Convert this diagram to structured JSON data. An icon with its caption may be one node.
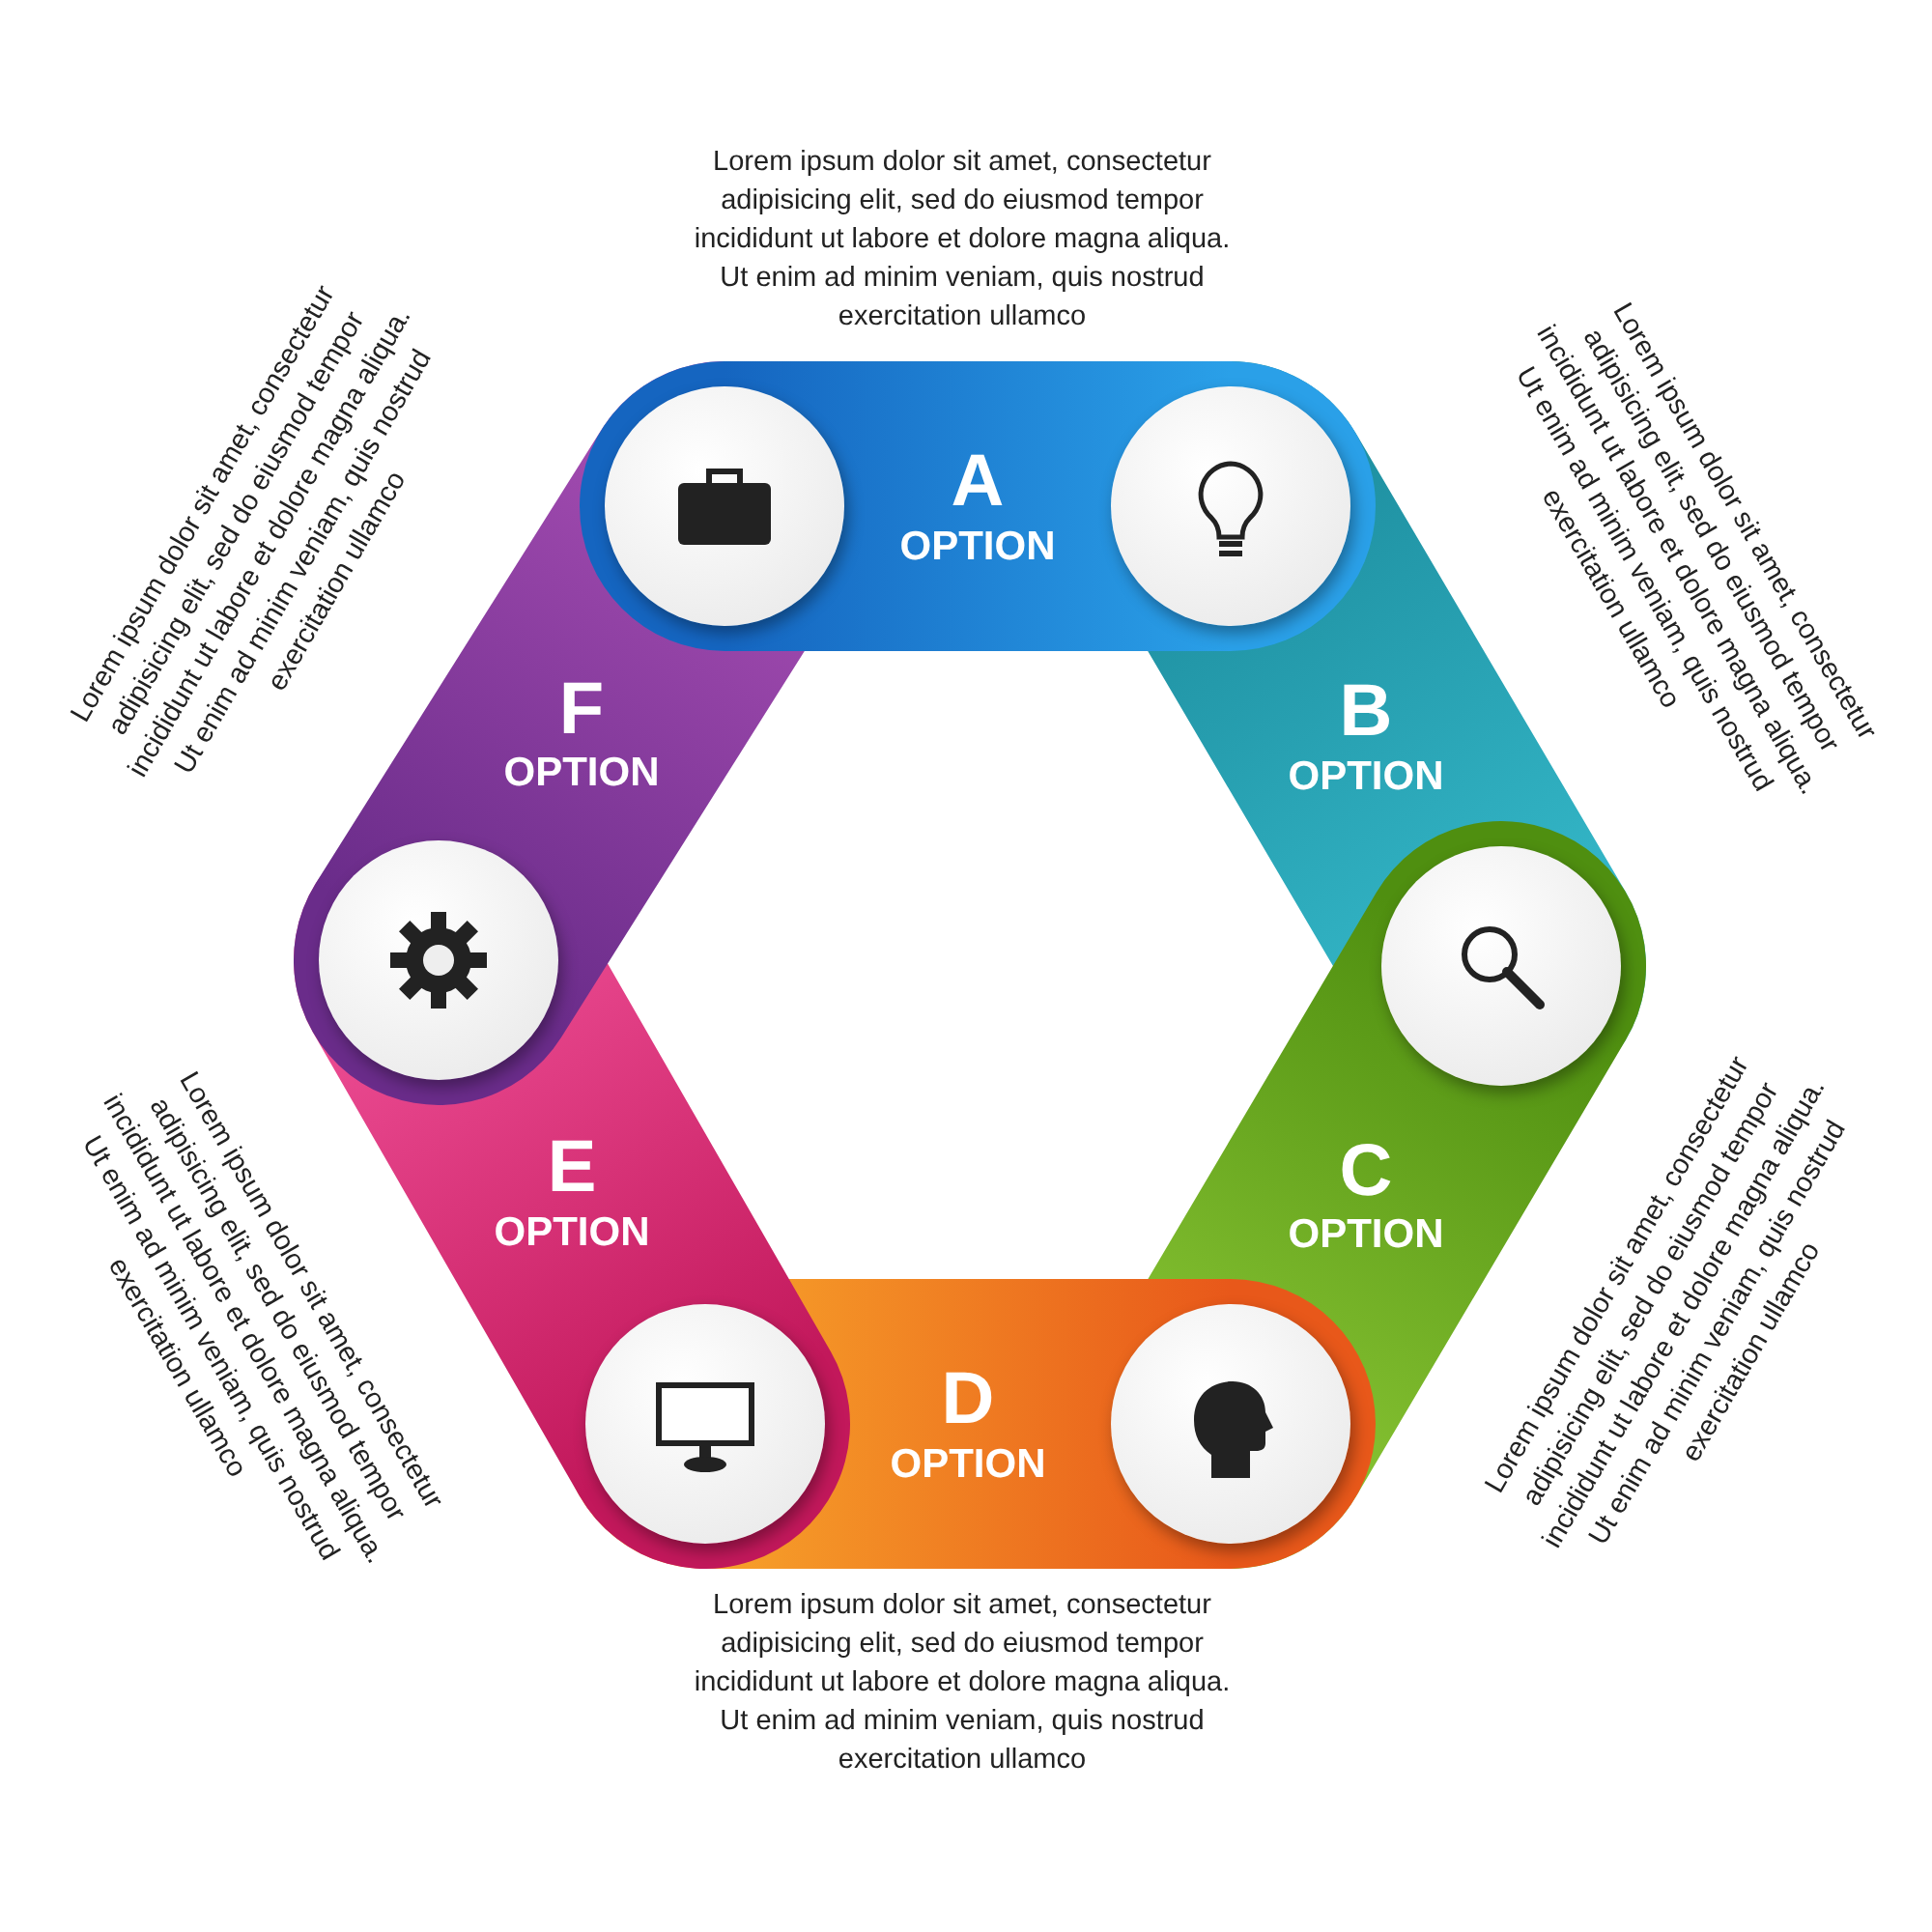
{
  "diagram": {
    "nodes": [
      {
        "text": [
          "A",
          "OPTION"
        ],
        "beside": [
          "Lorem ipsum dolor sit amet, consectetur adipisicing elit, sed do eiusmod tempor incididunt ut labore et dolore magna aliqua. Ut enim ad minim veniam, quis nostrud exercitation ullamco"
        ]
      },
      {
        "text": [
          "B",
          "OPTION"
        ],
        "beside": [
          "Lorem ipsum dolor sit amet, consectetur adipisicing elit, sed do eiusmod tempor incididunt ut labore et dolore magna aliqua. Ut enim ad minim veniam, quis nostrud exercitation ullamco"
        ]
      },
      {
        "text": [
          "C",
          "OPTION"
        ],
        "beside": [
          "Lorem ipsum dolor sit amet, consectetur adipisicing elit, sed do eiusmod tempor incididunt ut labore et dolore magna aliqua. Ut enim ad minim veniam, quis nostrud exercitation ullamco"
        ]
      },
      {
        "text": [
          "D",
          "OPTION"
        ],
        "beside": [
          "Lorem ipsum dolor sit amet, consectetur adipisicing elit, sed do eiusmod tempor incididunt ut labore et dolore magna aliqua. Ut enim ad minim veniam, quis nostrud exercitation ullamco"
        ]
      },
      {
        "text": [
          "E",
          "OPTION"
        ],
        "beside": [
          "Lorem ipsum dolor sit amet, consectetur adipisicing elit, sed do eiusmod tempor incididunt ut labore et dolore magna aliqua. Ut enim ad minim veniam, quis nostrud exercitation ullamco"
        ]
      },
      {
        "text": [
          "F",
          "OPTION"
        ],
        "beside": [
          "Lorem ipsum dolor sit amet, consectetur adipisicing elit, sed do eiusmod tempor incididunt ut labore et dolore magna aliqua. Ut enim ad minim veniam, quis nostrud exercitation ullamco"
        ]
      }
    ],
    "edges": []
  }
}
